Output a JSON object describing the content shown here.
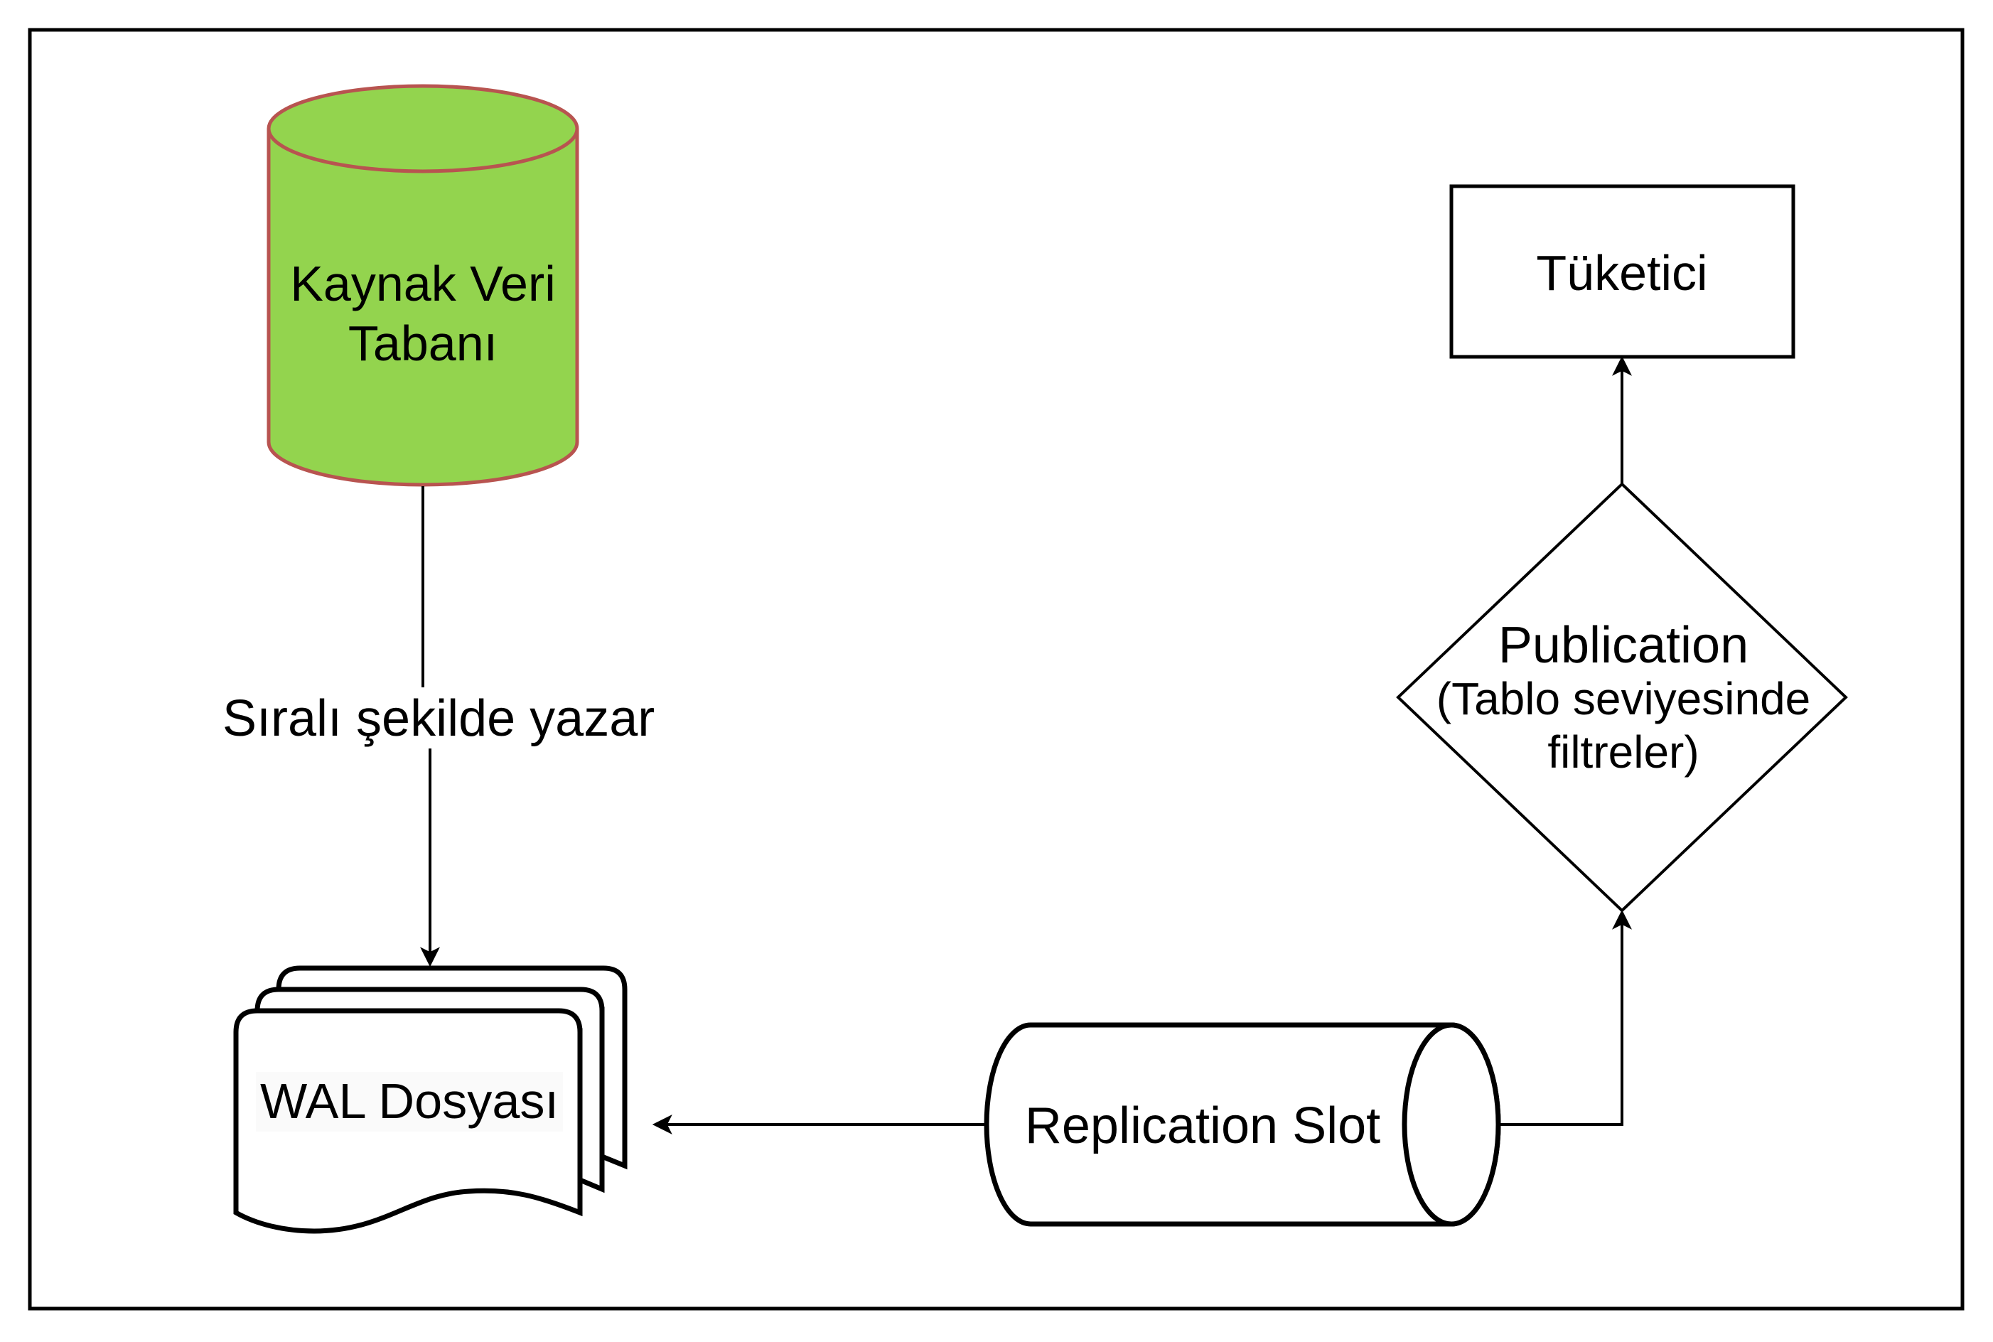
{
  "diagram": {
    "title": "PostgreSQL logical replication flow",
    "nodes": {
      "source_db": {
        "shape": "cylinder",
        "lines": [
          "Kaynak Veri",
          "Tabanı"
        ],
        "fill": "#93d44e",
        "stroke": "#b85450"
      },
      "wal_files": {
        "shape": "multi-document",
        "label": "WAL Dosyası",
        "label_background": "#fafafa",
        "stroke": "#000000"
      },
      "replication_slot": {
        "shape": "horizontal-cylinder",
        "label": "Replication Slot",
        "stroke": "#000000"
      },
      "publication": {
        "shape": "diamond",
        "lines": [
          "Publication",
          "(Tablo seviyesinde",
          "filtreler)"
        ],
        "stroke": "#000000"
      },
      "consumer": {
        "shape": "rectangle",
        "label": "Tüketici",
        "stroke": "#000000"
      }
    },
    "edges": [
      {
        "from": "source_db",
        "to": "wal_files",
        "label": "Sıralı şekilde yazar"
      },
      {
        "from": "replication_slot",
        "to": "wal_files",
        "label": ""
      },
      {
        "from": "replication_slot",
        "to": "publication",
        "label": ""
      },
      {
        "from": "publication",
        "to": "consumer",
        "label": ""
      }
    ],
    "frame_color": "#000000"
  }
}
